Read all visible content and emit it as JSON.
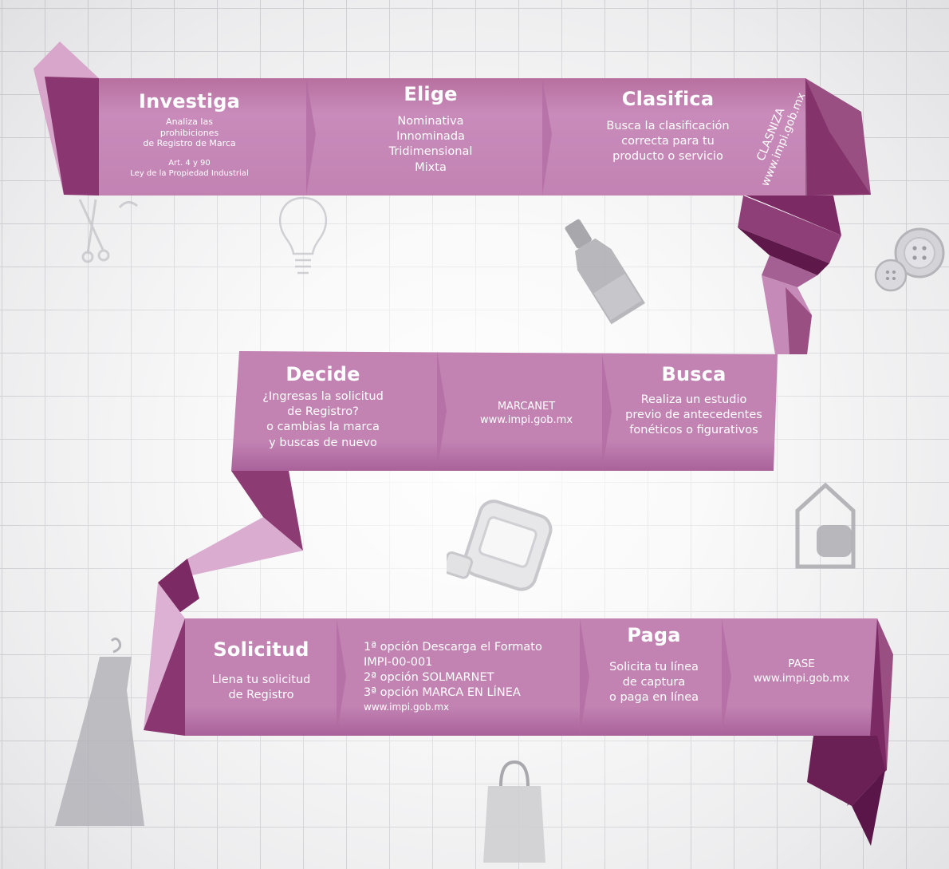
{
  "colors": {
    "ribbon_face": "#c283b3",
    "ribbon_light": "#d8a6cb",
    "ribbon_dark": "#7c2a63",
    "ribbon_mid": "#9a4f83",
    "grid_line": "#cfcfd4",
    "background": "#f3f3f4",
    "text": "#ffffff"
  },
  "steps": {
    "investiga": {
      "title": "Investiga",
      "lines": [
        "Analiza las",
        "prohibiciones",
        "de Registro de Marca"
      ],
      "ref_lines": [
        "Art. 4 y 90",
        "Ley de la Propiedad Industrial"
      ]
    },
    "elige": {
      "title": "Elige",
      "lines": [
        "Nominativa",
        "Innominada",
        "Tridimensional",
        "Mixta"
      ]
    },
    "clasifica": {
      "title": "Clasifica",
      "lines": [
        "Busca la clasificación",
        "correcta para tu",
        "producto o servicio"
      ],
      "side_lines": [
        "CLASNIZA",
        "www.impi.gob.mx"
      ]
    },
    "busca": {
      "title": "Busca",
      "lines": [
        "Realiza un estudio",
        "previo de antecedentes",
        "fonéticos o figurativos"
      ]
    },
    "marcanet": {
      "lines": [
        "MARCANET",
        "www.impi.gob.mx"
      ]
    },
    "decide": {
      "title": "Decide",
      "lines": [
        "¿Ingresas la solicitud",
        "de Registro?",
        "o cambias la marca",
        "y buscas de nuevo"
      ]
    },
    "solicitud": {
      "title": "Solicitud",
      "lines": [
        "Llena tu solicitud",
        "de Registro"
      ]
    },
    "opciones": {
      "lines": [
        "1ª opción Descarga el Formato",
        "IMPI-00-001",
        "2ª opción SOLMARNET",
        "3ª opción MARCA EN LÍNEA"
      ],
      "url": "www.impi.gob.mx"
    },
    "paga": {
      "title": "Paga",
      "lines": [
        "Solicita tu línea",
        "de captura",
        "o paga en línea"
      ]
    },
    "pase": {
      "lines": [
        "PASE",
        "www.impi.gob.mx"
      ]
    }
  },
  "icons": [
    "lightbulb-icon",
    "bottle-icon",
    "buttons-icon",
    "house-icon",
    "jar-icon",
    "dress-icon",
    "shopping-bag-icon",
    "scissors-icon"
  ]
}
